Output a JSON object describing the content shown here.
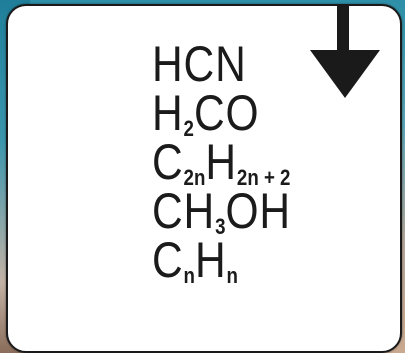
{
  "formulas": [
    {
      "parts": [
        {
          "t": "HCN"
        }
      ]
    },
    {
      "parts": [
        {
          "t": "H"
        },
        {
          "s": "2"
        },
        {
          "t": "CO"
        }
      ]
    },
    {
      "parts": [
        {
          "t": "C"
        },
        {
          "s": "2n"
        },
        {
          "t": "H"
        },
        {
          "s": "2n + 2"
        }
      ]
    },
    {
      "parts": [
        {
          "t": "CH"
        },
        {
          "s": "3"
        },
        {
          "t": "OH"
        }
      ]
    },
    {
      "parts": [
        {
          "t": "C"
        },
        {
          "s": "n"
        },
        {
          "t": "H"
        },
        {
          "s": "n"
        }
      ]
    }
  ],
  "arrow": {
    "icon": "down-arrow-icon",
    "color": "#1a1a1a"
  }
}
